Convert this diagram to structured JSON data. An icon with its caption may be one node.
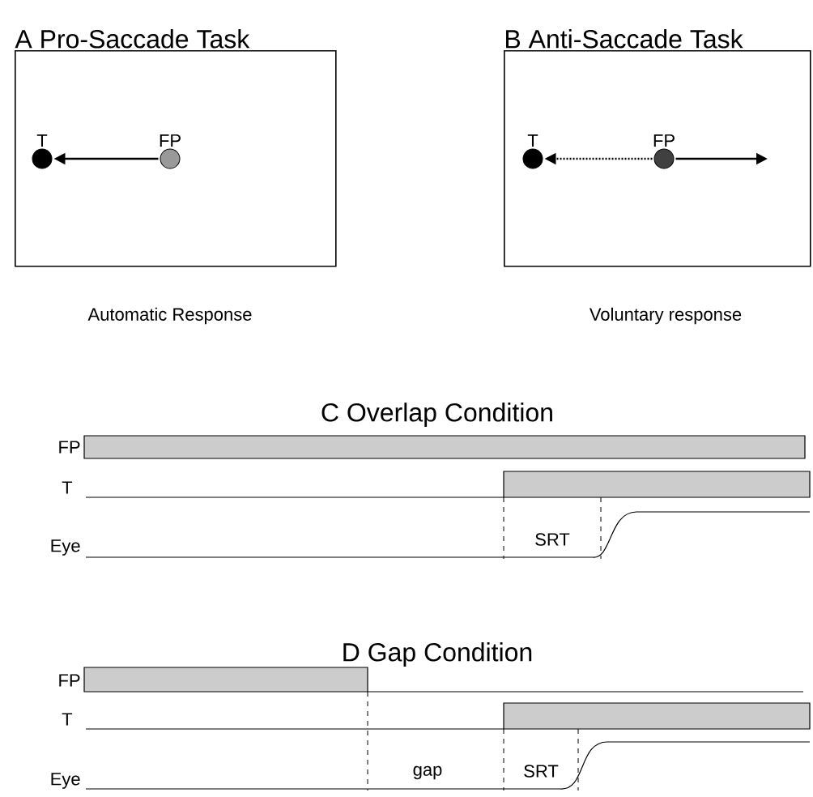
{
  "diagram": {
    "nodes": [
      {
        "text": [
          "A Pro-Saccade Task"
        ],
        "beside": [
          "Automatic Response"
        ]
      },
      {
        "text": [
          "T"
        ],
        "in": 0
      },
      {
        "text": [
          "FP"
        ],
        "in": 0
      },
      {
        "text": [
          "B Anti-Saccade Task"
        ],
        "beside": [
          "Voluntary response"
        ]
      },
      {
        "text": [
          "T"
        ],
        "in": 3
      },
      {
        "text": [
          "FP"
        ],
        "in": 3
      }
    ],
    "edges": [
      {
        "from": 2,
        "to": 1,
        "arrow": "to"
      },
      {
        "from": 5,
        "to": 4,
        "arrow": "to",
        "style": "dashed"
      },
      {
        "from": 5,
        "to": null,
        "arrow": "to"
      }
    ],
    "labels": [
      "C Overlap Condition",
      "FP",
      "T",
      "Eye",
      "SRT",
      "D Gap Condition",
      "FP",
      "T",
      "Eye",
      "gap",
      "SRT"
    ]
  }
}
